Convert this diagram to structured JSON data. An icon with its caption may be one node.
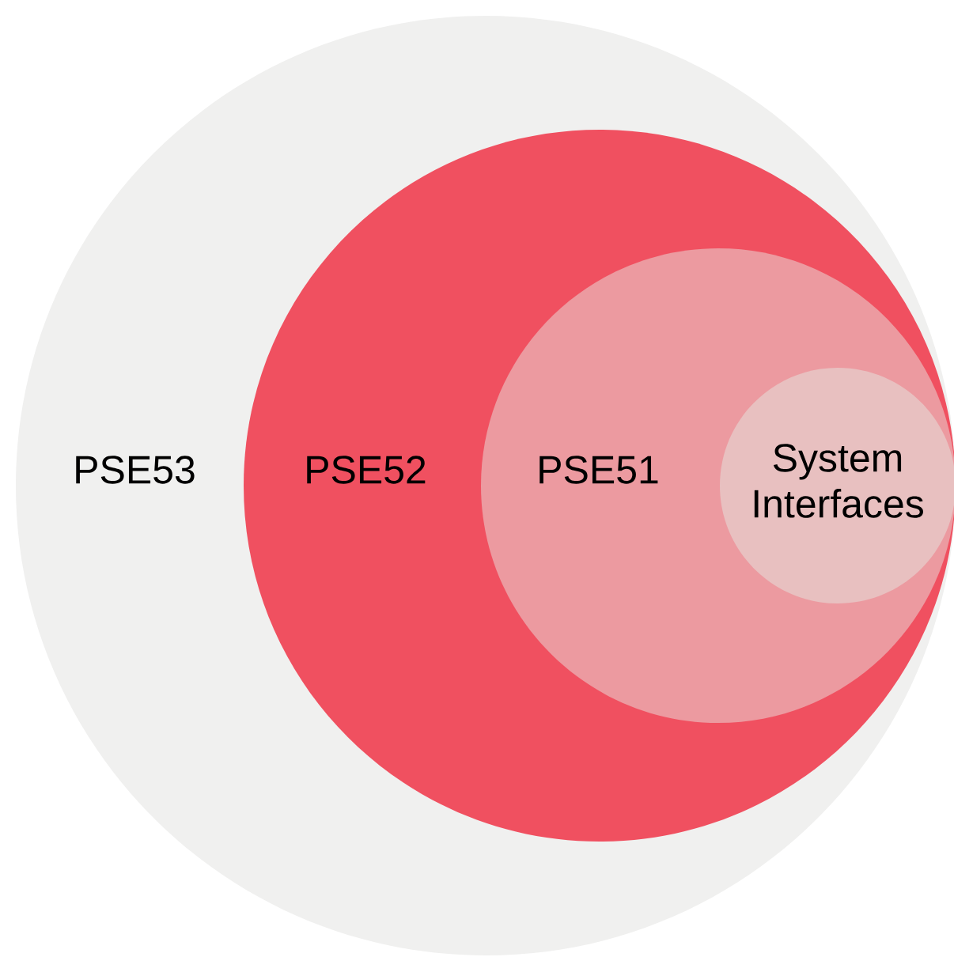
{
  "diagram": {
    "nodes": [
      {
        "text": [
          "PSE53"
        ]
      },
      {
        "text": [
          "PSE52"
        ],
        "in": 0
      },
      {
        "text": [
          "PSE51"
        ],
        "in": 1
      },
      {
        "text": [
          "System Interfaces"
        ],
        "in": 2
      }
    ]
  }
}
